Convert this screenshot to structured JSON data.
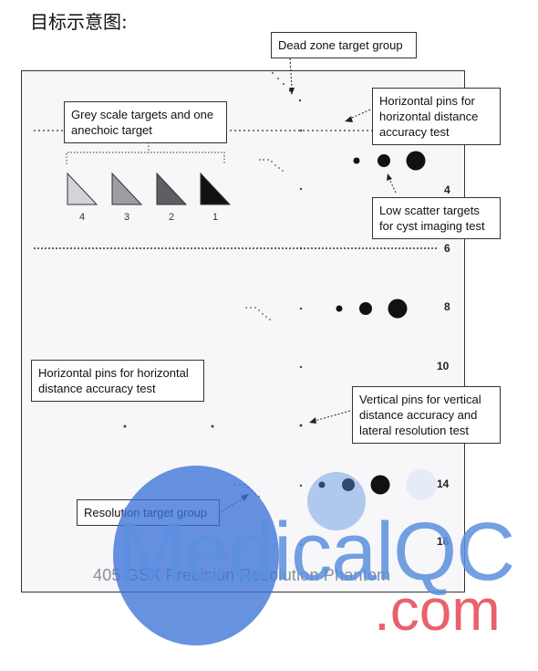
{
  "heading": "目标示意图:",
  "phantom_caption": "405 GSX Precision Resolution Phantom",
  "callouts": {
    "dead_zone": "Dead zone target group",
    "horizontal_pins_top": "Horizontal pins for horizontal distance accuracy test",
    "grey_scale": "Grey scale targets and one anechoic target",
    "low_scatter": "Low scatter targets for cyst imaging test",
    "horizontal_pins_left": "Horizontal pins for horizontal distance accuracy test",
    "vertical_pins": "Vertical pins for vertical distance accuracy and lateral resolution test",
    "resolution_group": "Resolution target group"
  },
  "grey_scale_labels": [
    "4",
    "3",
    "2",
    "1"
  ],
  "depth_labels": [
    "4",
    "6",
    "8",
    "10",
    "14",
    "16"
  ],
  "watermark": {
    "brand": "MedicalQC",
    "domain": ".com",
    "brand_color": "#5b8fdf",
    "domain_color": "#e8505b"
  }
}
